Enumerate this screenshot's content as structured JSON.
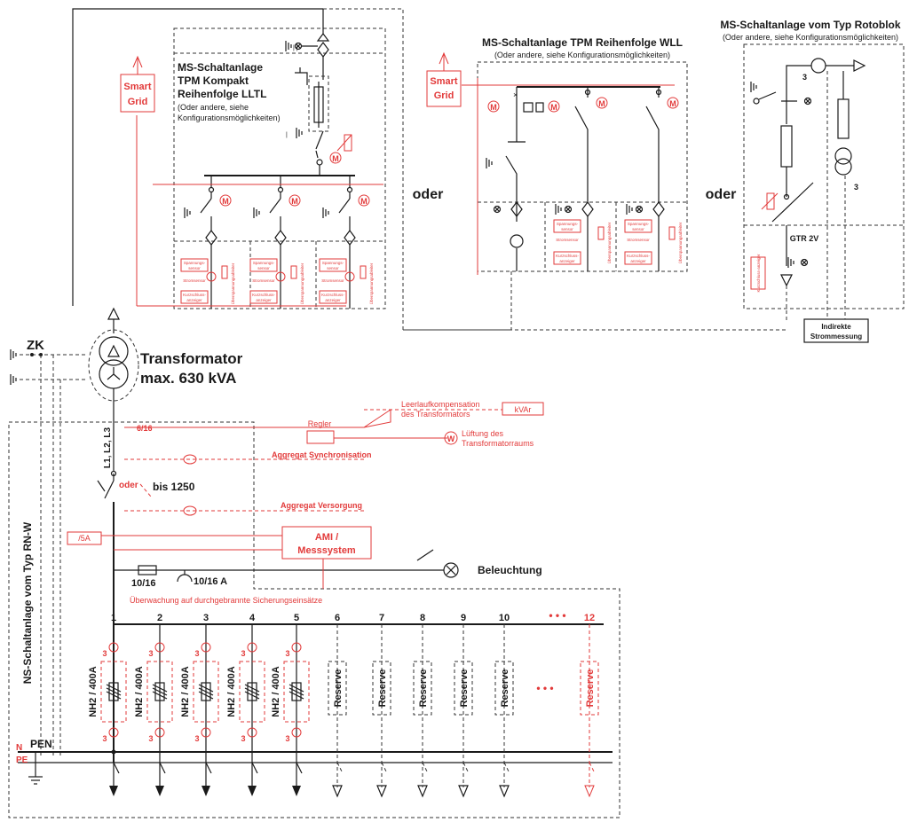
{
  "mv_tpm_compact": {
    "title_lines": [
      "MS-Schaltanlage",
      "TPM Kompakt",
      "Reihenfolge LLTL"
    ],
    "note_lines": [
      "(Oder andere, siehe",
      "Konfigurationsmöglichkeiten)"
    ]
  },
  "mv_tpm_wll": {
    "title": "MS-Schaltanlage TPM Reihenfolge WLL",
    "note": "(Oder andere, siehe Konfigurationsmöglichkeiten)"
  },
  "mv_rotoblok": {
    "title": "MS-Schaltanlage vom Typ Rotoblok",
    "note": "(Oder andere, siehe Konfigurationsmöglichkeiten)",
    "gtr": "GTR 2V",
    "count_3": "3",
    "indirect_lines": [
      "Indirekte",
      "Strommessung"
    ]
  },
  "smart_grid_lines": [
    "Smart",
    "Grid"
  ],
  "or_label": "oder",
  "motor_label": "M",
  "sensor_labels": {
    "voltage": [
      "Spannungs-",
      "sensor"
    ],
    "current": "Stromsensor",
    "shortcircuit": [
      "Kurzschluss-",
      "anzeiger"
    ],
    "overvoltage": "Überspannungsableiter"
  },
  "transformer": {
    "title": "Transformator",
    "rating": "max. 630 kVA"
  },
  "zk_label": "ZK",
  "lv_panel_title": "NS-Schaltanlage vom Typ RN-W",
  "lv": {
    "phases": "L1, L2, L3",
    "fuse_ratio": "6/16",
    "or_label": "oder",
    "breaker_rating": "bis 1250",
    "ct_ratio": "/5A",
    "regler": "Regler",
    "comp_lines": [
      "Leerlaufkompensation",
      "des Transformators"
    ],
    "kvar": "kVAr",
    "vent_lines": [
      "Lüftung des",
      "Transformatorraums"
    ],
    "vent_symbol": "W",
    "gen_sync": "Aggregat Synchronisation",
    "gen_supply": "Aggregat Versorgung",
    "ami_lines": [
      "AMI /",
      "Messsystem"
    ],
    "lighting": "Beleuchtung",
    "fuse_small": "10/16",
    "socket_fuse": "10/16 A",
    "fuse_monitor": "Überwachung auf durchgebrannte Sicherungseinsätze",
    "n_label": "N",
    "pe_label": "PE",
    "pen_label": "PEN",
    "ct_count": "3"
  },
  "feeders": [
    {
      "number": "1",
      "label": "NH2 / 400A"
    },
    {
      "number": "2",
      "label": "NH2 / 400A"
    },
    {
      "number": "3",
      "label": "NH2 / 400A"
    },
    {
      "number": "4",
      "label": "NH2 / 400A"
    },
    {
      "number": "5",
      "label": "NH2 / 400A"
    },
    {
      "number": "6",
      "label": "Reserve"
    },
    {
      "number": "7",
      "label": "Reserve"
    },
    {
      "number": "8",
      "label": "Reserve"
    },
    {
      "number": "9",
      "label": "Reserve"
    },
    {
      "number": "10",
      "label": "Reserve"
    },
    {
      "number": "12",
      "label": "Reserve"
    }
  ],
  "ellipsis": "• • •",
  "ellipsis_body": "• • •",
  "colors": {
    "accent_red": "#e23a3a",
    "line_black": "#1a1a1a"
  }
}
